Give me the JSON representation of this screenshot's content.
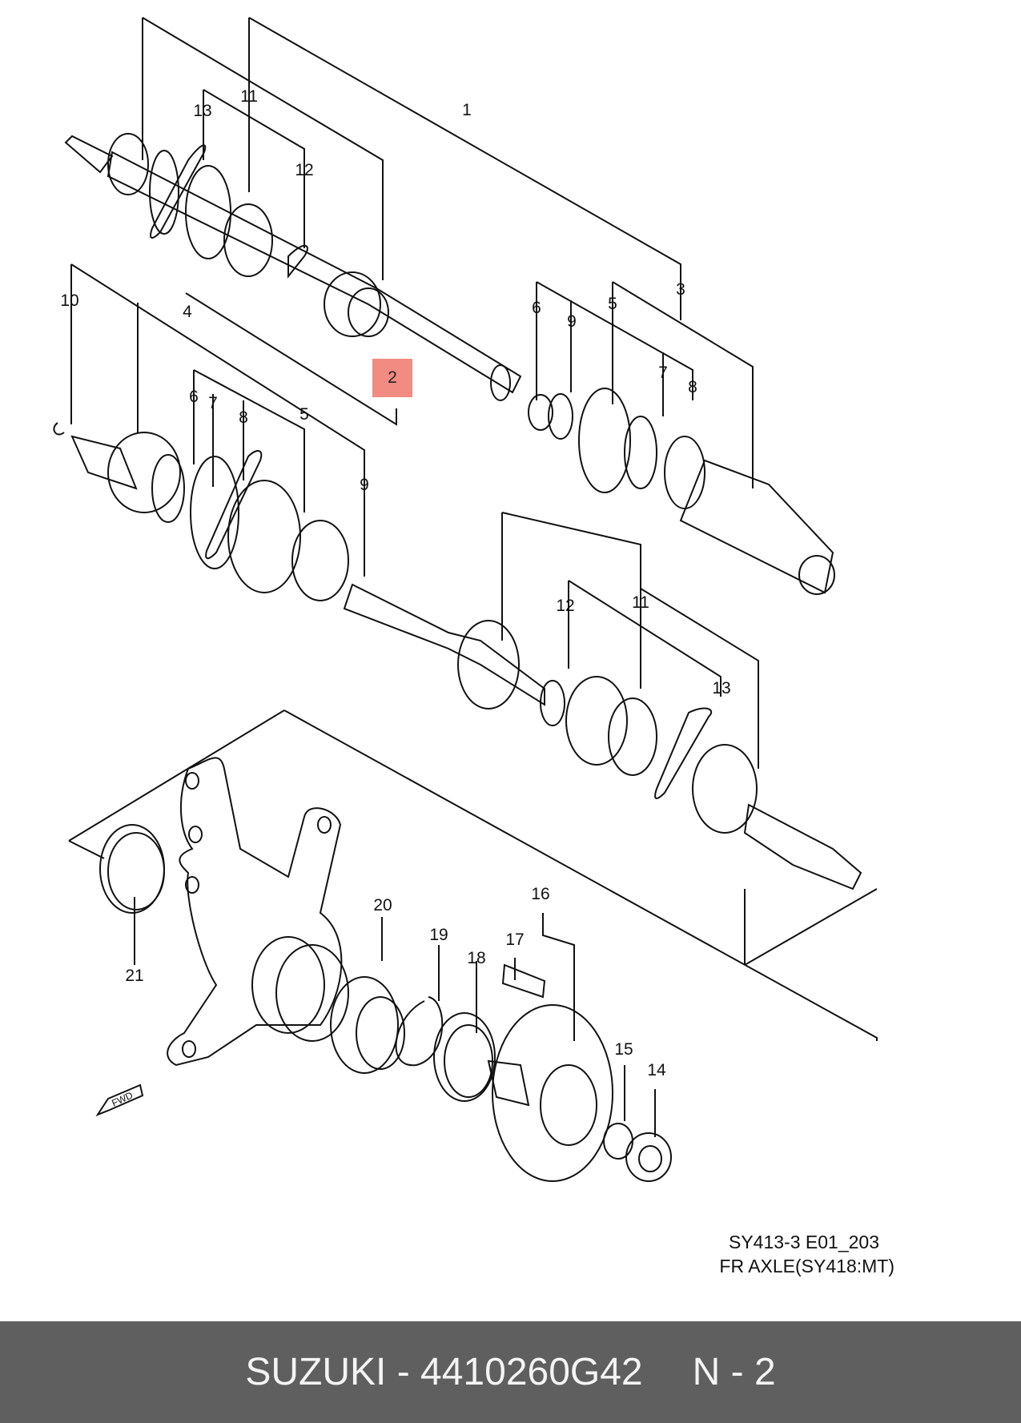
{
  "diagram": {
    "callouts": [
      {
        "id": "c1",
        "text": "1"
      },
      {
        "id": "c2",
        "text": "2"
      },
      {
        "id": "c3",
        "text": "3"
      },
      {
        "id": "c4",
        "text": "4"
      },
      {
        "id": "c5a",
        "text": "5"
      },
      {
        "id": "c5b",
        "text": "5"
      },
      {
        "id": "c6a",
        "text": "6"
      },
      {
        "id": "c6b",
        "text": "6"
      },
      {
        "id": "c7a",
        "text": "7"
      },
      {
        "id": "c7b",
        "text": "7"
      },
      {
        "id": "c8a",
        "text": "8"
      },
      {
        "id": "c8b",
        "text": "8"
      },
      {
        "id": "c9a",
        "text": "9"
      },
      {
        "id": "c9b",
        "text": "9"
      },
      {
        "id": "c10",
        "text": "10"
      },
      {
        "id": "c11a",
        "text": "11"
      },
      {
        "id": "c11b",
        "text": "11"
      },
      {
        "id": "c12a",
        "text": "12"
      },
      {
        "id": "c12b",
        "text": "12"
      },
      {
        "id": "c13a",
        "text": "13"
      },
      {
        "id": "c13b",
        "text": "13"
      },
      {
        "id": "c14",
        "text": "14"
      },
      {
        "id": "c15",
        "text": "15"
      },
      {
        "id": "c16",
        "text": "16"
      },
      {
        "id": "c17",
        "text": "17"
      },
      {
        "id": "c18",
        "text": "18"
      },
      {
        "id": "c19",
        "text": "19"
      },
      {
        "id": "c20",
        "text": "20"
      },
      {
        "id": "c21",
        "text": "21"
      }
    ],
    "highlight_color": "#f28b82",
    "fwd_label": "FWD",
    "caption_code": "SY413-3 E01_203",
    "caption_title": "FR AXLE(SY418:MT)"
  },
  "footer": {
    "part_text": "SUZUKI - 4410260G42",
    "ref_text": "N - 2",
    "background": "#5f5f5f"
  }
}
